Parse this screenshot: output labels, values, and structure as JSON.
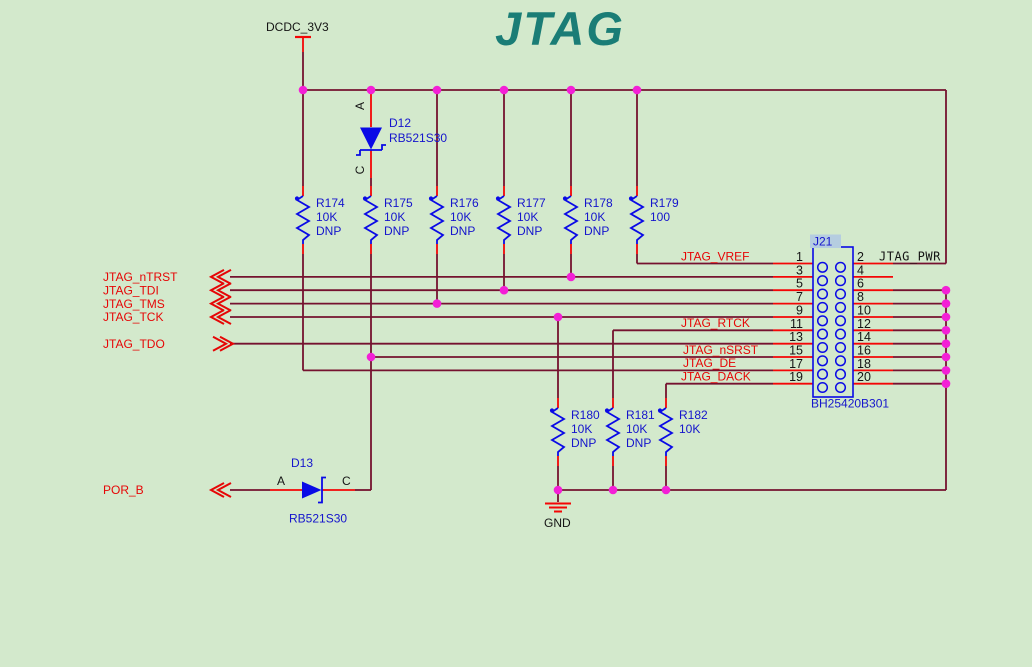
{
  "sheet": {
    "title": "JTAG"
  },
  "colors": {
    "background": "#d3e9cc",
    "wire": "#75122f",
    "pin_red": "#f40606",
    "component_blue": "#0a0ae6",
    "label_blue": "#1414cc",
    "net_red": "#e60606",
    "junction": "#f320d6",
    "title_teal": "#1a7d76",
    "black": "#141414",
    "designator_highlight": "#b5cde0"
  },
  "power_ports": [
    {
      "name": "DCDC_3V3",
      "type": "power-bar"
    },
    {
      "name": "GND",
      "type": "ground"
    }
  ],
  "ports": [
    {
      "name": "JTAG_nTRST",
      "direction": "input"
    },
    {
      "name": "JTAG_TDI",
      "direction": "input"
    },
    {
      "name": "JTAG_TMS",
      "direction": "input"
    },
    {
      "name": "JTAG_TCK",
      "direction": "input"
    },
    {
      "name": "JTAG_TDO",
      "direction": "output"
    },
    {
      "name": "POR_B",
      "direction": "input"
    }
  ],
  "connector": {
    "designator": "J21",
    "part": "BH25420B301",
    "left_pins": [
      "1",
      "3",
      "5",
      "7",
      "9",
      "11",
      "13",
      "15",
      "17",
      "19"
    ],
    "right_pins": [
      "2",
      "4",
      "6",
      "8",
      "10",
      "12",
      "14",
      "16",
      "18",
      "20"
    ],
    "pin_net_labels": {
      "1": "JTAG_VREF",
      "2": "JTAG_PWR",
      "11": "JTAG_RTCK",
      "15": "JTAG_nSRST",
      "17": "JTAG_DE",
      "19": "JTAG_DACK"
    }
  },
  "resistors": [
    {
      "designator": "R174",
      "value": "10K",
      "dnp": "DNP",
      "row": "top"
    },
    {
      "designator": "R175",
      "value": "10K",
      "dnp": "DNP",
      "row": "top"
    },
    {
      "designator": "R176",
      "value": "10K",
      "dnp": "DNP",
      "row": "top"
    },
    {
      "designator": "R177",
      "value": "10K",
      "dnp": "DNP",
      "row": "top"
    },
    {
      "designator": "R178",
      "value": "10K",
      "dnp": "DNP",
      "row": "top"
    },
    {
      "designator": "R179",
      "value": "100",
      "dnp": "",
      "row": "top"
    },
    {
      "designator": "R180",
      "value": "10K",
      "dnp": "DNP",
      "row": "bottom"
    },
    {
      "designator": "R181",
      "value": "10K",
      "dnp": "DNP",
      "row": "bottom"
    },
    {
      "designator": "R182",
      "value": "10K",
      "dnp": "",
      "row": "bottom"
    }
  ],
  "diodes": [
    {
      "designator": "D12",
      "part": "RB521S30"
    },
    {
      "designator": "D13",
      "part": "RB521S30"
    }
  ],
  "diode_pin_labels": [
    "A",
    "C"
  ]
}
